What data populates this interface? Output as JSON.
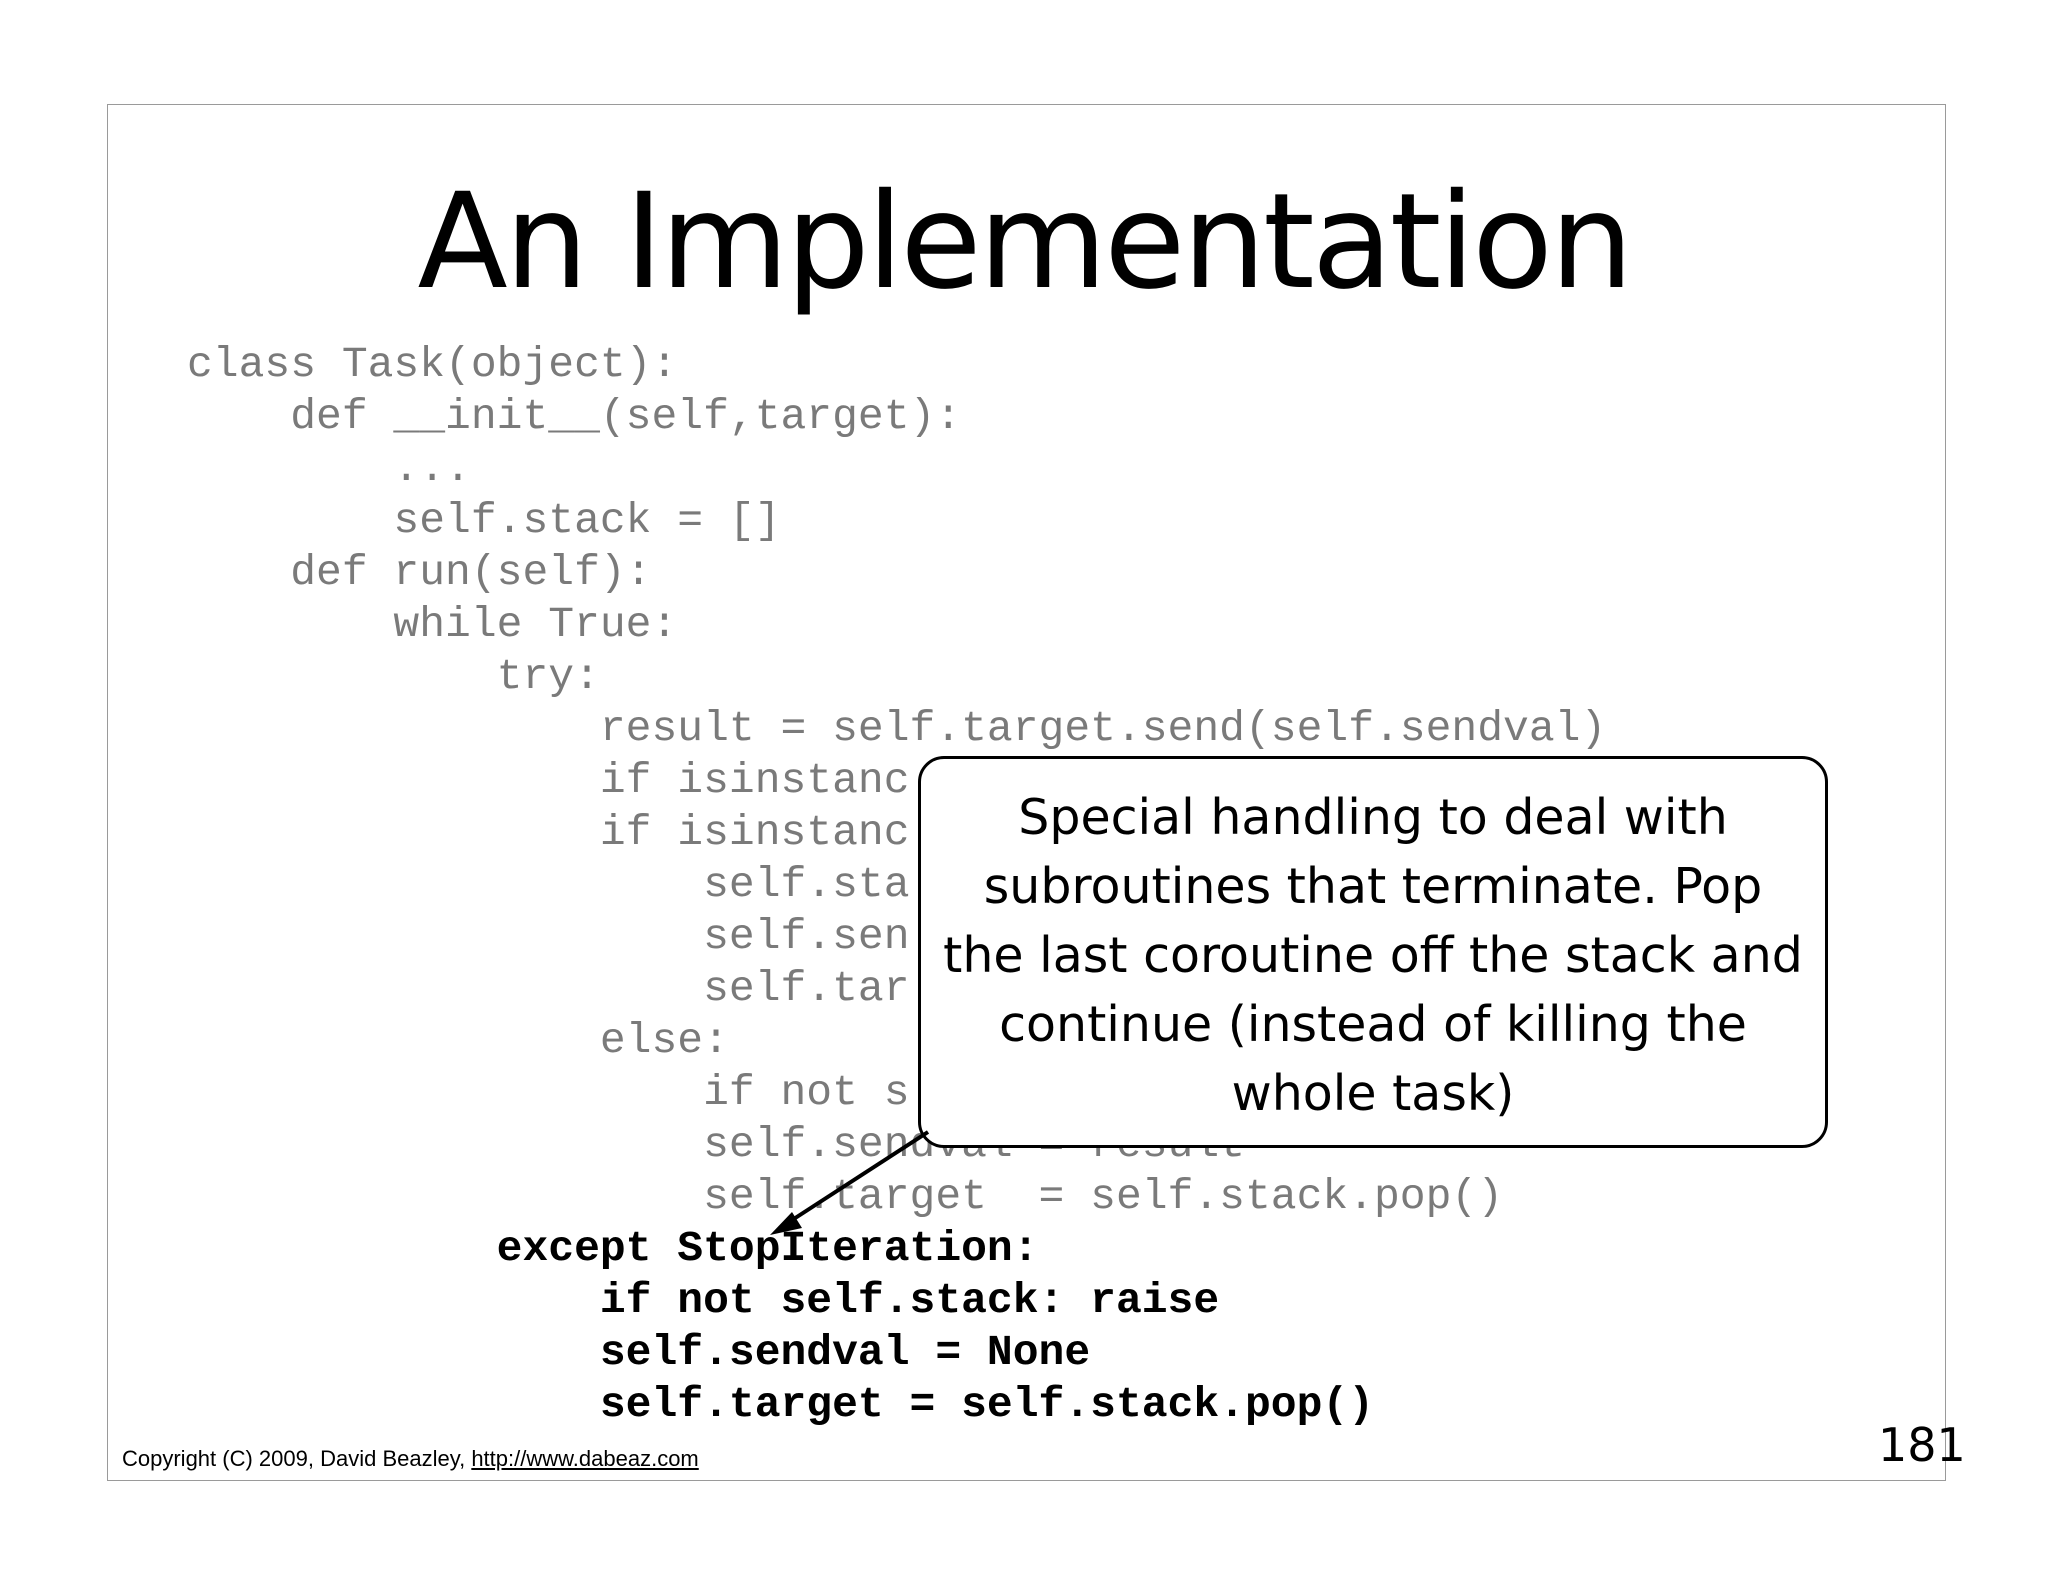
{
  "slide": {
    "title": "An Implementation",
    "code_lines": [
      {
        "text": "class Task(object):",
        "bold": false
      },
      {
        "text": "    def __init__(self,target):",
        "bold": false
      },
      {
        "text": "        ...",
        "bold": false
      },
      {
        "text": "        self.stack = []",
        "bold": false
      },
      {
        "text": "    def run(self):",
        "bold": false
      },
      {
        "text": "        while True:",
        "bold": false
      },
      {
        "text": "            try:",
        "bold": false
      },
      {
        "text": "                result = self.target.send(self.sendval)",
        "bold": false
      },
      {
        "text": "                if isinstanc",
        "bold": false
      },
      {
        "text": "                if isinstanc",
        "bold": false
      },
      {
        "text": "                    self.sta",
        "bold": false
      },
      {
        "text": "                    self.sen",
        "bold": false
      },
      {
        "text": "                    self.tar",
        "bold": false
      },
      {
        "text": "                else:",
        "bold": false
      },
      {
        "text": "                    if not s",
        "bold": false
      },
      {
        "text": "                    self.sendval = result",
        "bold": false
      },
      {
        "text": "                    self.target  = self.stack.pop()",
        "bold": false
      },
      {
        "text": "            except StopIteration:",
        "bold": true
      },
      {
        "text": "                if not self.stack: raise",
        "bold": true
      },
      {
        "text": "                self.sendval = None",
        "bold": true
      },
      {
        "text": "                self.target = self.stack.pop()",
        "bold": true
      }
    ],
    "callout_lines": [
      "Special handling to deal with",
      "subroutines that terminate.  Pop",
      "the last coroutine off the stack and",
      "continue (instead of killing the",
      "whole task)"
    ],
    "footer": {
      "copyright": "Copyright (C) 2009,  David Beazley, ",
      "link": "http://www.dabeaz.com"
    },
    "page_number": "181"
  }
}
